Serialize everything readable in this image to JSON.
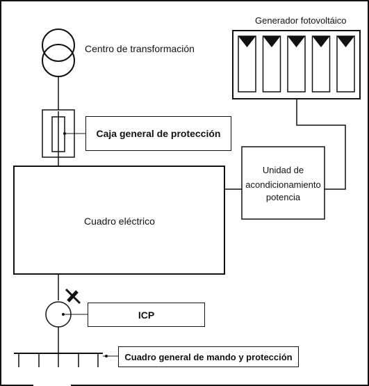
{
  "labels": {
    "transformer": "Centro de transformación",
    "pv_generator": "Generador fotovoltáico",
    "protection_box": "Caja general de protección",
    "power_unit_line1": "Unidad de",
    "power_unit_line2": "acondicionamiento",
    "power_unit_line3": "potencia",
    "electrical_panel": "Cuadro eléctrico",
    "icp": "ICP",
    "main_panel": "Cuadro general de mando y protección"
  },
  "pv_modules": [
    {
      "id": "module-1"
    },
    {
      "id": "module-2"
    },
    {
      "id": "module-3"
    },
    {
      "id": "module-4"
    },
    {
      "id": "module-5"
    }
  ]
}
